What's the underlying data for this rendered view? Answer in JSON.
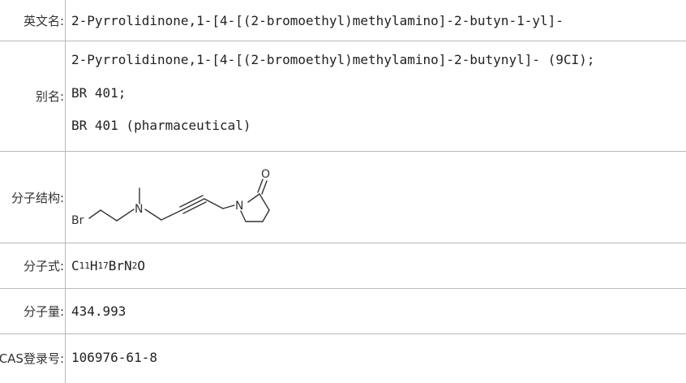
{
  "rows": {
    "english_name": {
      "label": "英文名:",
      "value": "2-Pyrrolidinone,1-[4-[(2-bromoethyl)methylamino]-2-butyn-1-yl]-"
    },
    "alias": {
      "label": "别名:",
      "values": [
        "2-Pyrrolidinone,1-[4-[(2-bromoethyl)methylamino]-2-butynyl]- (9CI);",
        "BR 401;",
        "BR 401 (pharmaceutical)"
      ]
    },
    "structure": {
      "label": "分子结构:",
      "atoms": {
        "br": "Br",
        "n1": "N",
        "n2": "N",
        "o": "O"
      }
    },
    "formula": {
      "label": "分子式:",
      "parts": [
        "C",
        "11",
        "H",
        "17",
        "BrN",
        "2",
        "O"
      ]
    },
    "weight": {
      "label": "分子量:",
      "value": "434.993"
    },
    "cas": {
      "label": "CAS登录号:",
      "value": "106976-61-8"
    }
  }
}
